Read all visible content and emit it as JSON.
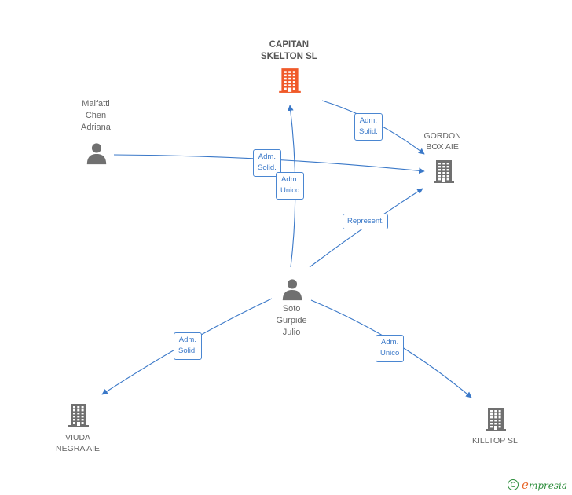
{
  "nodes": [
    {
      "id": "capitan",
      "kind": "company",
      "focus": true,
      "label_lines": [
        "CAPITAN",
        "SKELTON  SL"
      ],
      "color": "#f05a2a"
    },
    {
      "id": "gordon",
      "kind": "company",
      "focus": false,
      "label_lines": [
        "GORDON",
        "BOX AIE"
      ],
      "color": "#707070"
    },
    {
      "id": "malfatti",
      "kind": "person",
      "focus": false,
      "label_lines": [
        "Malfatti",
        "Chen",
        "Adriana"
      ],
      "color": "#707070"
    },
    {
      "id": "soto",
      "kind": "person",
      "focus": false,
      "label_lines": [
        "Soto",
        "Gurpide",
        "Julio"
      ],
      "color": "#707070"
    },
    {
      "id": "viuda",
      "kind": "company",
      "focus": false,
      "label_lines": [
        "VIUDA",
        "NEGRA AIE"
      ],
      "color": "#707070"
    },
    {
      "id": "killtop",
      "kind": "company",
      "focus": false,
      "label_lines": [
        "KILLTOP  SL"
      ],
      "color": "#707070"
    }
  ],
  "edges": [
    {
      "from": "capitan",
      "to": "gordon",
      "label_lines": [
        "Adm.",
        "Solid."
      ]
    },
    {
      "from": "malfatti",
      "to": "gordon",
      "label_lines": [
        "Adm.",
        "Solid."
      ]
    },
    {
      "from": "soto",
      "to": "capitan",
      "label_lines": [
        "Adm.",
        "Unico"
      ]
    },
    {
      "from": "soto",
      "to": "gordon",
      "label_lines": [
        "Represent."
      ]
    },
    {
      "from": "soto",
      "to": "viuda",
      "label_lines": [
        "Adm.",
        "Solid."
      ]
    },
    {
      "from": "soto",
      "to": "killtop",
      "label_lines": [
        "Adm.",
        "Unico"
      ]
    }
  ],
  "colors": {
    "edge": "#3a78c8",
    "edge_label_border": "#4a86d1",
    "brand_green": "#2f8f3e",
    "brand_orange": "#e8672a"
  },
  "footer": {
    "copyright_symbol": "C",
    "brand_initial": "e",
    "brand_rest": "mpresia"
  }
}
